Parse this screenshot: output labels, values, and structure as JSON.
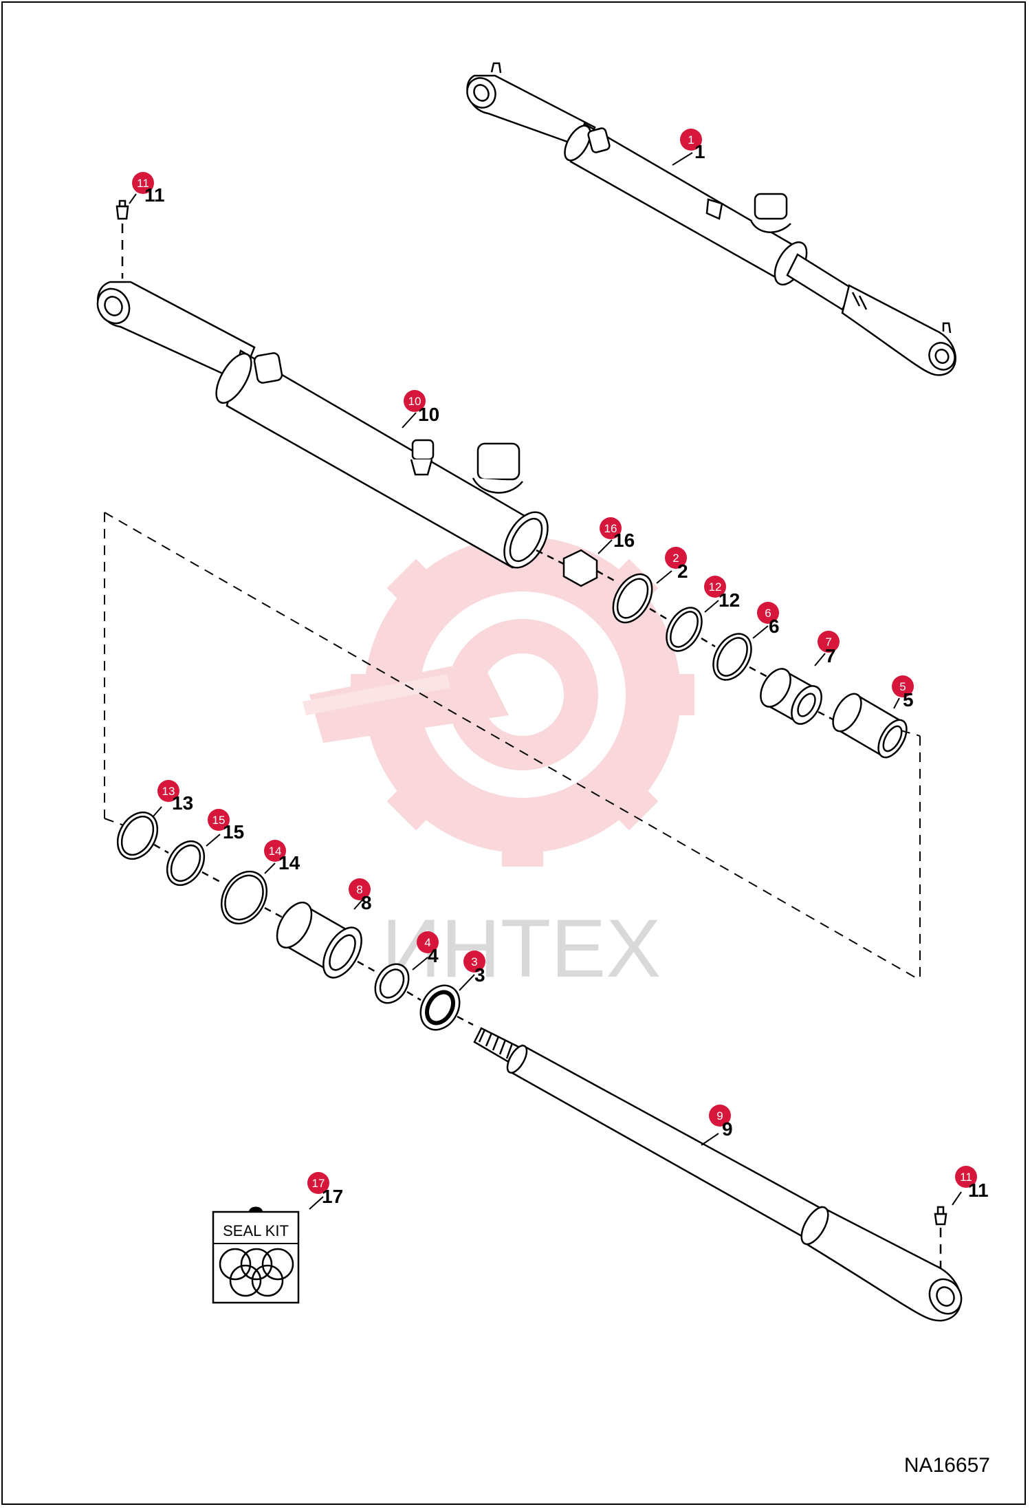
{
  "document_code": "NA16657",
  "watermark_text": "ИНТЕХ",
  "seal_kit_label": "SEAL KIT",
  "colors": {
    "badge": "#d6163b",
    "line": "#000000",
    "watermark": "#f5b8bd"
  },
  "callouts": [
    {
      "id": "c1",
      "number": "1"
    },
    {
      "id": "c2",
      "number": "2"
    },
    {
      "id": "c3",
      "number": "3"
    },
    {
      "id": "c4",
      "number": "4"
    },
    {
      "id": "c5",
      "number": "5"
    },
    {
      "id": "c6",
      "number": "6"
    },
    {
      "id": "c7",
      "number": "7"
    },
    {
      "id": "c8",
      "number": "8"
    },
    {
      "id": "c9",
      "number": "9"
    },
    {
      "id": "c10",
      "number": "10"
    },
    {
      "id": "c11a",
      "number": "11"
    },
    {
      "id": "c11b",
      "number": "11"
    },
    {
      "id": "c12",
      "number": "12"
    },
    {
      "id": "c13",
      "number": "13"
    },
    {
      "id": "c14",
      "number": "14"
    },
    {
      "id": "c15",
      "number": "15"
    },
    {
      "id": "c16",
      "number": "16"
    },
    {
      "id": "c17",
      "number": "17"
    }
  ]
}
